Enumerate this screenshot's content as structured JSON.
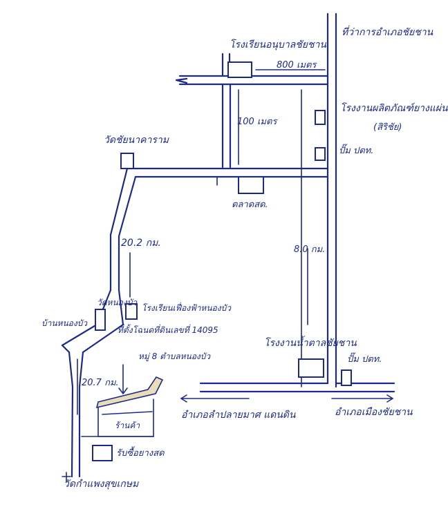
{
  "map": {
    "ink_color": "#1b2a8a",
    "roof_color": "#e9dcb6",
    "labels": {
      "school_top": "โรงเรียนอนุบาลชัยชาน",
      "district_office_top": "ที่ว่าการอำเภอชัยชาน",
      "dist_800m": "800 เมตร",
      "dist_100m": "100 เมตร",
      "factory": "โรงงานผลิตภัณฑ์ยางแผ่น",
      "factory_sub": "(สิริชัย)",
      "gas_station_1": "ปั๊ม ปตท.",
      "temple_chaiyanaram": "วัดชัยนาคาราม",
      "market": "ตลาดสด.",
      "dist_202km": "20.2 กม.",
      "dist_8km": "8.0 กม.",
      "village_nongbua": "บ้านหนองบัว",
      "temple_nongbua": "วัดหนองบัว",
      "school_nongbua": "โรงเรียนเฟื่องฟ้าหนองบัว",
      "target_location": "ที่ตั้งโฉนดที่ดินเลขที่ 14095",
      "target_sub": "หมู่ 8 ตำบลหนองบัว",
      "sugar_factory": "โรงงานน้ำตาลชัยชาน",
      "gas_station_2": "ปั๊ม ปตท.",
      "dist_207km": "20.7 กม.",
      "to_lamplaimat": "อำเภอลำปลายมาศ แดนดิน",
      "to_chaiyachan": "อำเภอเมืองชัยชาน",
      "shop": "ร้านค้า",
      "rubber_buyer": "รับซื้อยางสด",
      "temple_bottom": "วัดกำแพงสุขเกษม"
    }
  }
}
